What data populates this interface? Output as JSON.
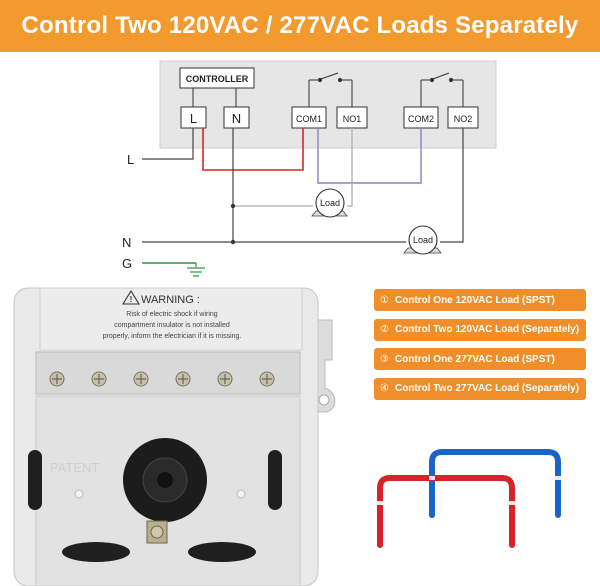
{
  "banner": {
    "title": "Control Two 120VAC / 277VAC Loads Separately"
  },
  "diagram": {
    "controller": "CONTROLLER",
    "terminals": [
      "L",
      "N",
      "COM1",
      "NO1",
      "COM2",
      "NO2"
    ],
    "loads": [
      "Load",
      "Load"
    ],
    "lines": {
      "L": "L",
      "N": "N",
      "G": "G"
    }
  },
  "device": {
    "warning_title": "WARNING :",
    "warning_lines": [
      "Risk of electric shock if wiring",
      "compartment insulator is not installed",
      "properly, inform the electrician if it is missing."
    ],
    "embossed": "PATENT"
  },
  "options": [
    {
      "num": "①",
      "label": "Control One 120VAC Load (SPST)"
    },
    {
      "num": "②",
      "label": "Control Two 120VAC Load (Separately)"
    },
    {
      "num": "③",
      "label": "Control One 277VAC Load (SPST)"
    },
    {
      "num": "④",
      "label": "Control Two 277VAC Load (Separately)"
    }
  ],
  "colors": {
    "banner": "#f39a2f",
    "option_bg": "#f08f2a",
    "wire_red": "#d9232b",
    "wire_blue": "#1a63c8",
    "wire_purple": "#8a7fc0",
    "wire_green": "#2c9a3a"
  }
}
